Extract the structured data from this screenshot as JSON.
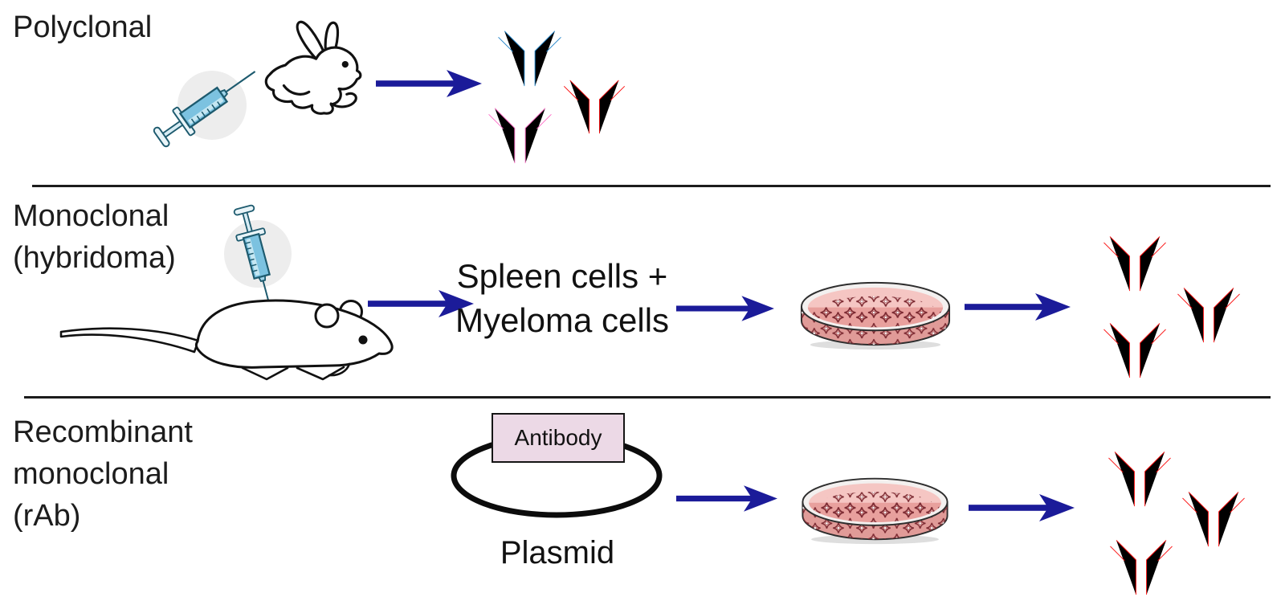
{
  "figure": {
    "title_semantics": "Antibody production methods diagram",
    "rows": [
      {
        "id": "polyclonal",
        "label_lines": [
          "Polyclonal"
        ]
      },
      {
        "id": "monoclonal-hybridoma",
        "label_lines": [
          "Monoclonal",
          "(hybridoma)"
        ]
      },
      {
        "id": "recombinant-monoclonal",
        "label_lines": [
          "Recombinant",
          "monoclonal",
          "(rAb)"
        ]
      }
    ],
    "monoclonal_step_label_lines": [
      "Spleen cells +",
      "Myeloma cells"
    ],
    "plasmid": {
      "insert_label": "Antibody",
      "caption": "Plasmid"
    }
  },
  "colors": {
    "background": "#ffffff",
    "text": "#1c1c1c",
    "divider": "#1c1c1c",
    "arrow": "#1b1b99",
    "antibody_blue": {
      "heavy_chain": "#1e82c8",
      "light_chain": "#53b253"
    },
    "antibody_pink": {
      "heavy_chain": "#ff6ec7",
      "light_chain": "#7c3fa0"
    },
    "antibody_red": {
      "heavy_chain": "#fb0a0a",
      "light_chain": "#ffa126"
    },
    "syringe_barrel": "#7cc2e0",
    "syringe_outline": "#1d5a6e",
    "syringe_halo": "#ededed",
    "petri_rim": "#f3f0ef",
    "petri_media_light": "#f5c6c3",
    "petri_media_dark": "#e09b98",
    "petri_cells": "#7d2b33",
    "plasmid_box_fill": "#ecd9e6",
    "animal_outline": "#111111"
  }
}
